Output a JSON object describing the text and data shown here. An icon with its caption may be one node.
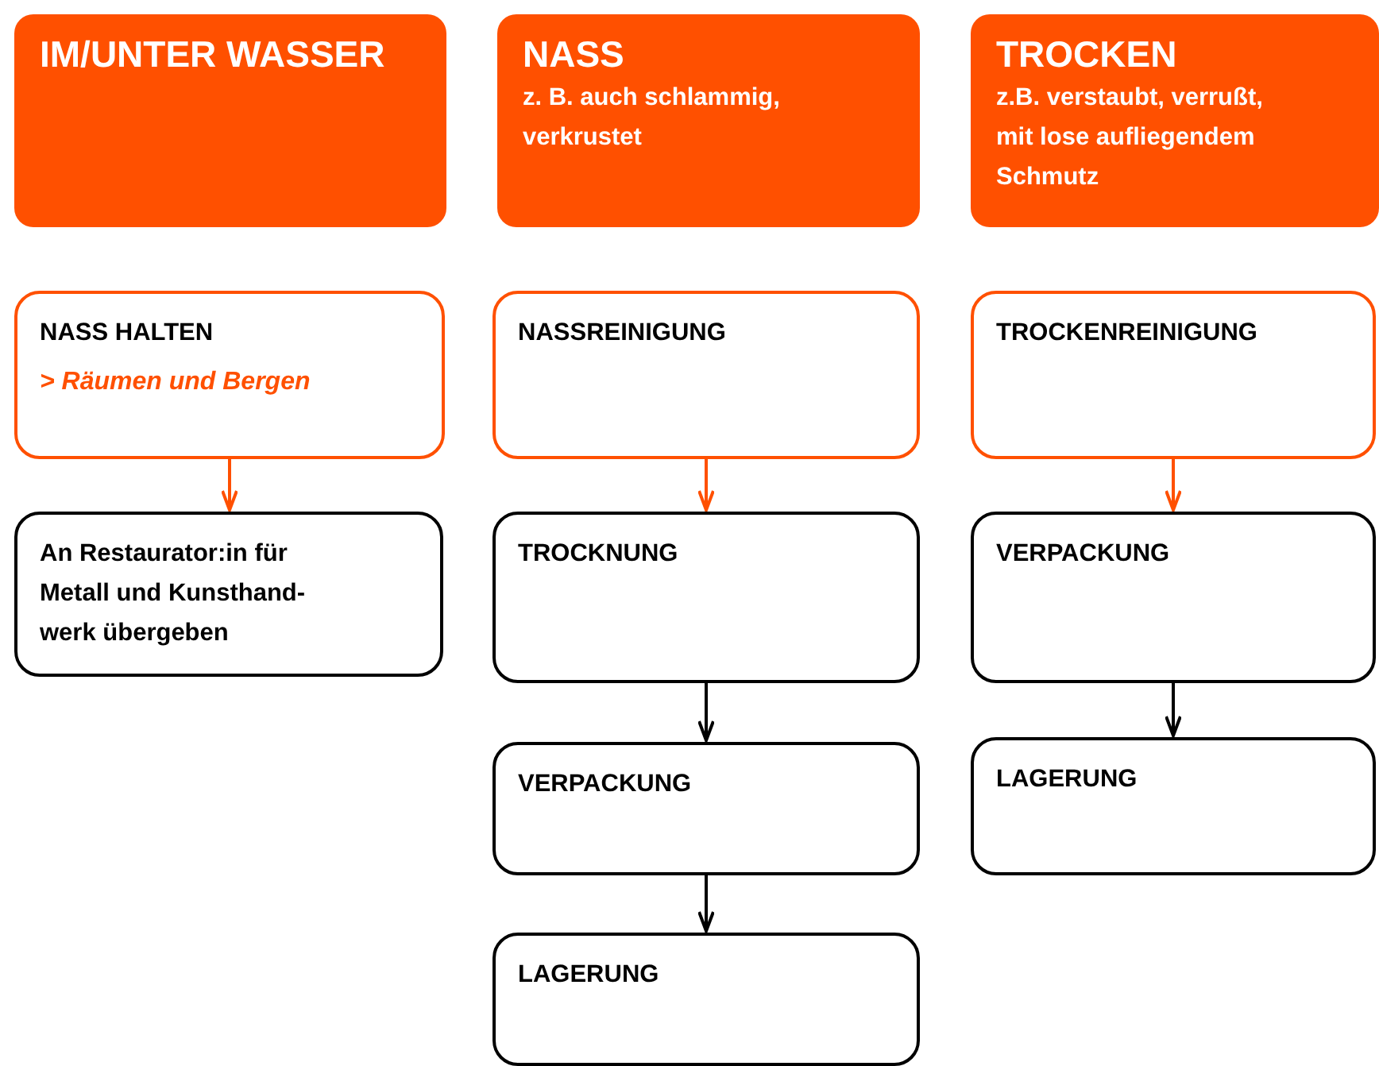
{
  "diagram": {
    "nodes": [
      {
        "text": [
          "IM/UNTER WASSER"
        ]
      },
      {
        "text": [
          "NASS",
          "z. B. auch schlammig, verkrustet"
        ]
      },
      {
        "text": [
          "TROCKEN",
          "z.B. verstaubt, verrußt, mit lose aufliegendem Schmutz"
        ]
      },
      {
        "text": [
          "NASS HALTEN",
          "> Räumen und Bergen"
        ]
      },
      {
        "text": [
          "An Restaurator:in für Metall und Kunsthand-werk übergeben"
        ]
      },
      {
        "text": [
          "NASSREINIGUNG"
        ]
      },
      {
        "text": [
          "TROCKNUNG"
        ]
      },
      {
        "text": [
          "VERPACKUNG"
        ]
      },
      {
        "text": [
          "LAGERUNG"
        ]
      },
      {
        "text": [
          "TROCKENREINIGUNG"
        ]
      },
      {
        "text": [
          "VERPACKUNG"
        ]
      },
      {
        "text": [
          "LAGERUNG"
        ]
      }
    ],
    "edges": [
      {
        "from": 3,
        "to": 4,
        "arrow": "to",
        "color": "#ff5000"
      },
      {
        "from": 5,
        "to": 6,
        "arrow": "to",
        "color": "#ff5000"
      },
      {
        "from": 6,
        "to": 7,
        "arrow": "to",
        "color": "#000000"
      },
      {
        "from": 7,
        "to": 8,
        "arrow": "to",
        "color": "#000000"
      },
      {
        "from": 9,
        "to": 10,
        "arrow": "to",
        "color": "#ff5000"
      },
      {
        "from": 10,
        "to": 11,
        "arrow": "to",
        "color": "#000000"
      }
    ]
  }
}
